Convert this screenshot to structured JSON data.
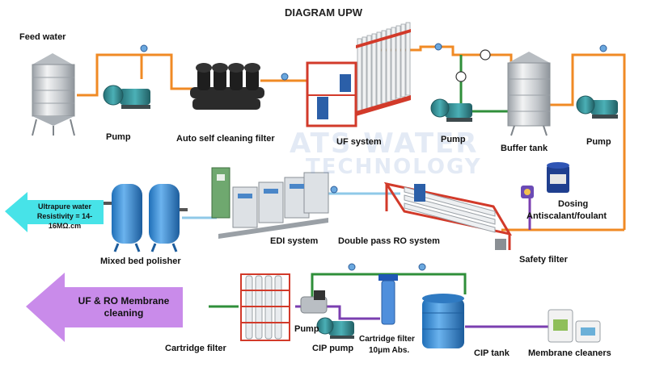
{
  "title": "DIAGRAM UPW",
  "watermark": {
    "line1": "ATS WATER",
    "line2": "TECHNOLOGY"
  },
  "labels": {
    "feed_water": "Feed  water",
    "pump1": "Pump",
    "auto_filter": "Auto self cleaning filter",
    "uf_system": "UF system",
    "pump2": "Pump",
    "buffer_tank": "Buffer tank",
    "pump3": "Pump",
    "dosing_line1": "Dosing",
    "dosing_line2": "Antiscalant/foulant",
    "safety_filter": "Safety filter",
    "double_pass_ro": "Double pass RO system",
    "edi_system": "EDI system",
    "mixed_bed": "Mixed bed polisher",
    "ultrapure_line1": "Ultrapure water",
    "ultrapure_line2": "Resistivity = 14-16MΩ.cm",
    "membrane_cleaning_line1": "UF & RO Membrane",
    "membrane_cleaning_line2": "cleaning",
    "cartridge_filter_left": "Cartridge filter",
    "pump4": "Pump",
    "cip_pump": "CIP pump",
    "cartridge_filter_line1": "Cartridge filter",
    "cartridge_filter_line2": "10μm Abs.",
    "cip_tank": "CIP tank",
    "membrane_cleaners": "Membrane cleaners"
  },
  "colors": {
    "orange_pipe": "#f08a24",
    "green_pipe": "#2f8f3a",
    "purple_pipe": "#7b3fb0",
    "cyan_arrow": "#47e3e8",
    "violet_arrow": "#c98bea",
    "steel": "#c9cdd2",
    "pump_teal": "#2f8f95",
    "blue_vessel": "#3a8ed8",
    "red_frame": "#d23a2a"
  }
}
